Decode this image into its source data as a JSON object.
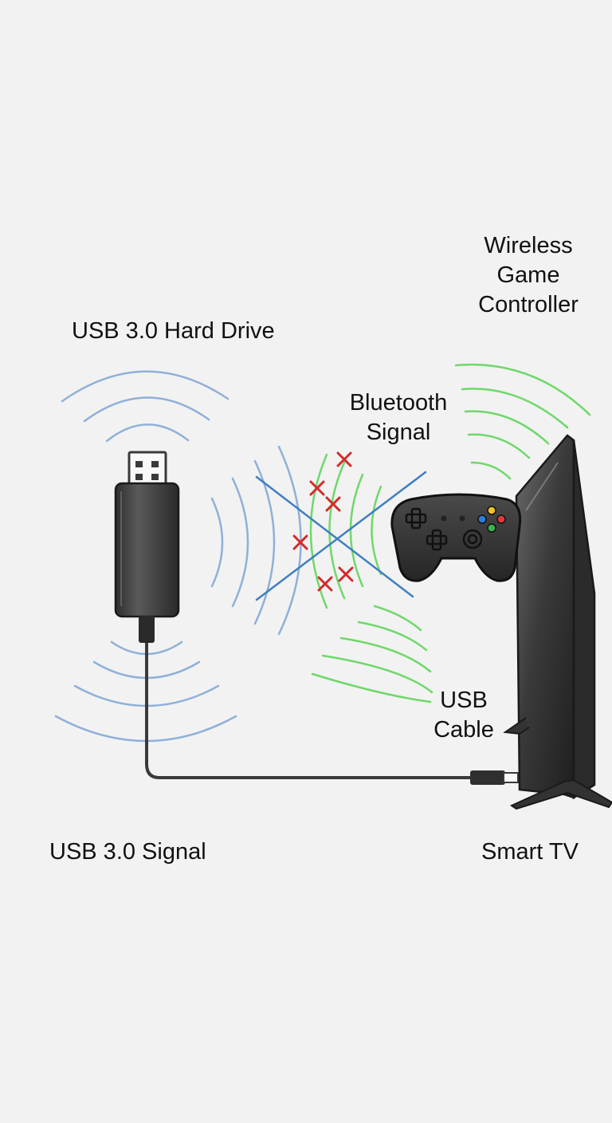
{
  "labels": {
    "usb_drive": "USB 3.0 Hard Drive",
    "controller": [
      "Wireless",
      "Game",
      "Controller"
    ],
    "bluetooth": [
      "Bluetooth",
      "Signal"
    ],
    "usb_cable": [
      "USB",
      "Cable"
    ],
    "usb_signal": "USB 3.0 Signal",
    "smart_tv": "Smart TV"
  },
  "colors": {
    "usb_wave": "#8fb0d8",
    "bluetooth_wave": "#6fd86a",
    "interference_line": "#3f7fc0",
    "interference_mark": "#d42a2a",
    "device_dark": "#3a3a3a",
    "background": "#f2f2f2"
  },
  "icons": [
    "usb-drive-icon",
    "game-controller-icon",
    "smart-tv-icon",
    "usb-cable-icon",
    "interference-x-icon"
  ]
}
